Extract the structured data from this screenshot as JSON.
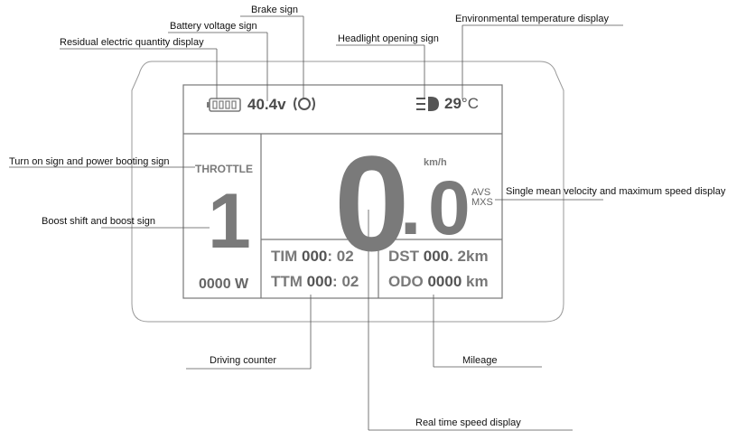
{
  "callouts": {
    "brake": "Brake sign",
    "battery_voltage": "Battery voltage sign",
    "environmental_temp": "Environmental temperature display",
    "residual_quantity": "Residual electric quantity display",
    "headlight": "Headlight opening sign",
    "turn_on": "Turn on sign and power booting sign",
    "single_mean": "Single mean velocity and maximum speed display",
    "boost_shift": "Boost shift and boost sign",
    "driving_counter": "Driving counter",
    "mileage": "Mileage",
    "real_time_speed": "Real time speed display"
  },
  "display": {
    "voltage": "40.4v",
    "temperature": "29",
    "temperature_unit": "°C",
    "throttle": "THROTTLE",
    "gear": "1",
    "power": "0000 W",
    "speed_int": "0",
    "speed_dot": ".",
    "speed_dec": "0",
    "speed_unit": "km/h",
    "avs": "AVS",
    "mxs": "MXS",
    "tim_label": "TIM",
    "tim_value": "000",
    "tim_sep": ":",
    "tim_sec": "02",
    "ttm_label": "TTM",
    "ttm_value": "000",
    "ttm_sep": ":",
    "ttm_sec": "02",
    "dst_label": "DST",
    "dst_value": "000",
    "dst_decimal": ". 2km",
    "odo_label": "ODO",
    "odo_value": "0000",
    "odo_unit": "km"
  },
  "icons": {
    "battery": "battery-icon",
    "brake": "brake-icon",
    "headlight": "headlight-icon"
  },
  "colors": {
    "screen_text": "#7a7a7a",
    "line": "#555555"
  }
}
